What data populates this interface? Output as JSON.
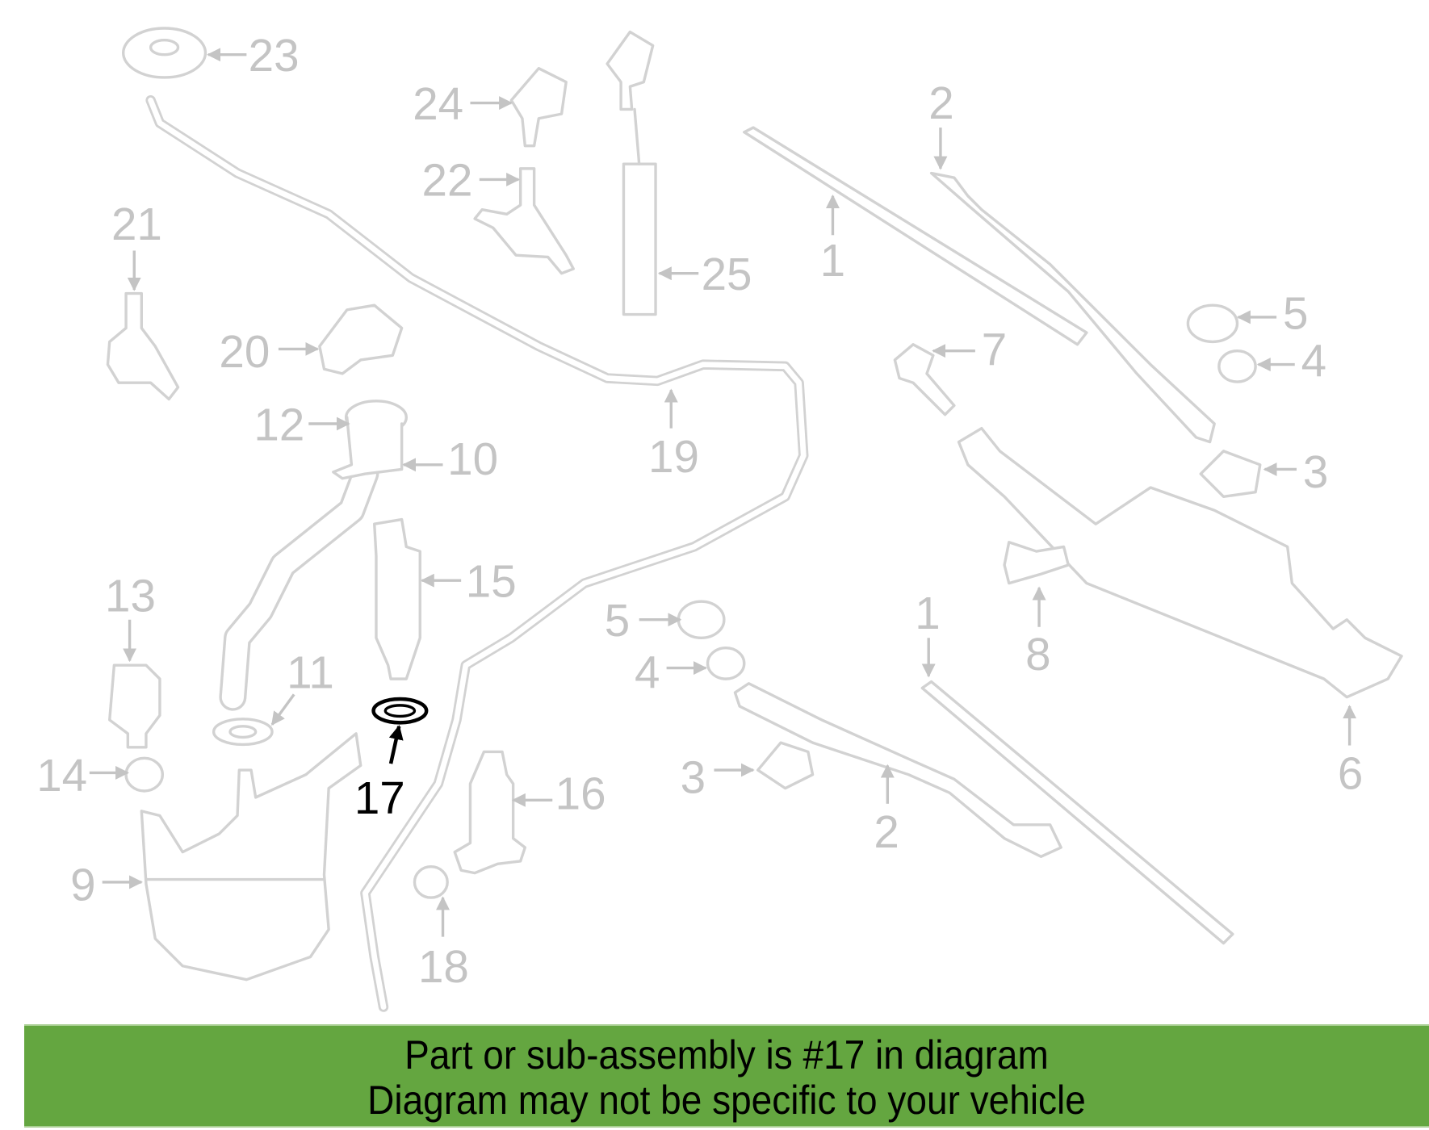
{
  "diagram": {
    "highlighted_part": "17",
    "callouts": [
      "23",
      "24",
      "22",
      "21",
      "25",
      "2",
      "1",
      "5",
      "4",
      "7",
      "20",
      "19",
      "12",
      "10",
      "3",
      "15",
      "13",
      "8",
      "5",
      "1",
      "11",
      "4",
      "6",
      "3",
      "14",
      "16",
      "17",
      "2",
      "9",
      "18"
    ]
  },
  "banner": {
    "line1": "Part or sub-assembly is #17 in diagram",
    "line2": "Diagram may not be specific to your vehicle"
  },
  "colors": {
    "banner_bg": "#64a640",
    "callout_gray": "#c4c4c4",
    "highlight": "#000000"
  }
}
